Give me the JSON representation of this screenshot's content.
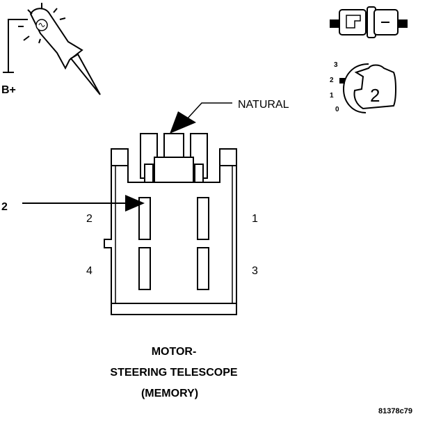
{
  "probe": {
    "label": "B+"
  },
  "callout": {
    "label": "NATURAL"
  },
  "pointer": {
    "label": "2"
  },
  "pins": {
    "p1": "1",
    "p2": "2",
    "p3": "3",
    "p4": "4"
  },
  "indicator": {
    "scale": [
      "3",
      "2",
      "1",
      "0"
    ],
    "value": "2"
  },
  "title": {
    "line1": "MOTOR-",
    "line2": "STEERING TELESCOPE",
    "line3": "(MEMORY)"
  },
  "figure_code": "81378c79"
}
